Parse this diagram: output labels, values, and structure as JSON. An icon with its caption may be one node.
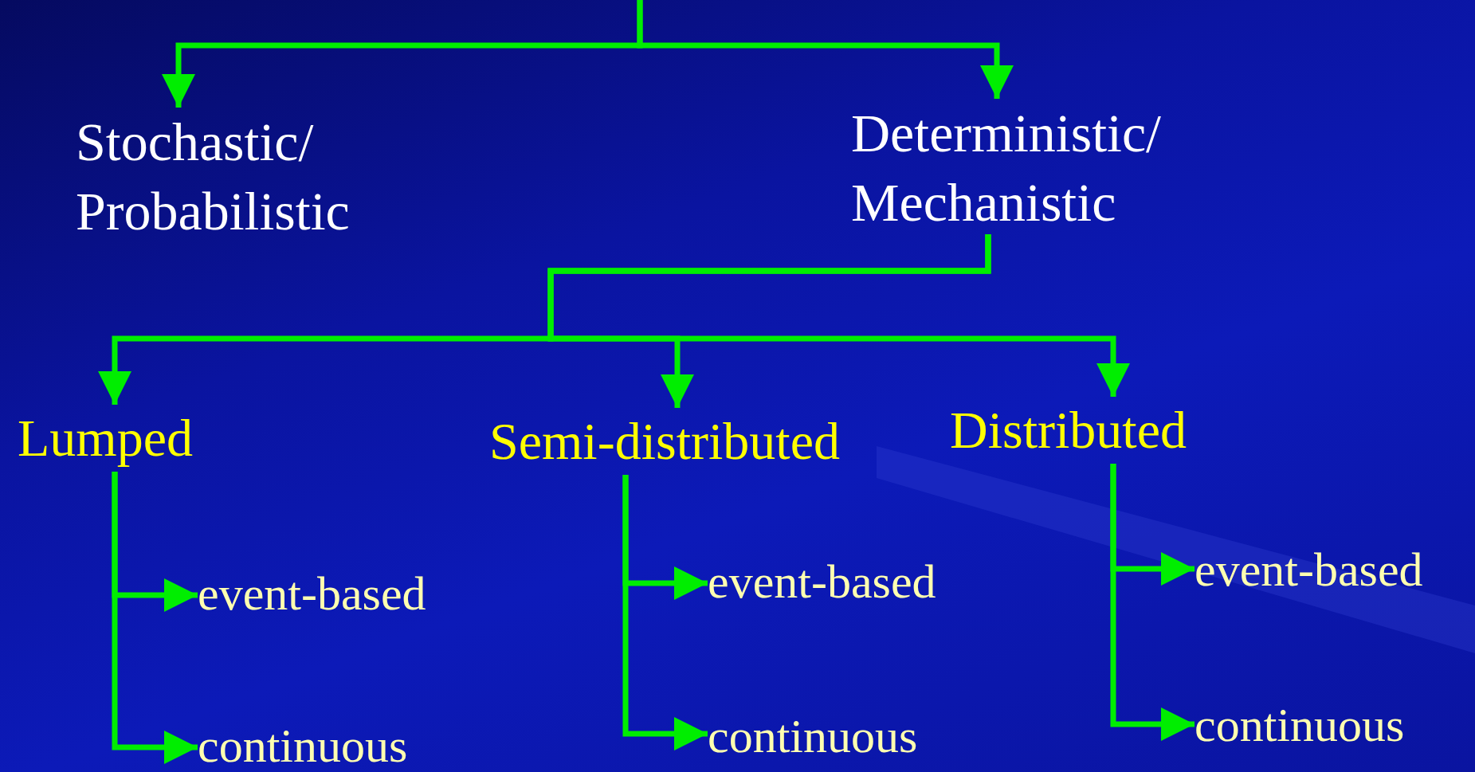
{
  "diagram": {
    "nodes": [
      {
        "text": [
          "Stochastic/ Probabilistic"
        ]
      },
      {
        "text": [
          "Deterministic/ Mechanistic"
        ]
      },
      {
        "text": [
          "Lumped"
        ]
      },
      {
        "text": [
          "Semi-distributed"
        ]
      },
      {
        "text": [
          "Distributed"
        ]
      },
      {
        "text": [
          "event-based"
        ]
      },
      {
        "text": [
          "continuous"
        ]
      },
      {
        "text": [
          "event-based"
        ]
      },
      {
        "text": [
          "continuous"
        ]
      },
      {
        "text": [
          "event-based"
        ]
      },
      {
        "text": [
          "continuous"
        ]
      }
    ],
    "edges": [
      {
        "from": null,
        "to": 0,
        "arrow": "to"
      },
      {
        "from": null,
        "to": 1,
        "arrow": "to"
      },
      {
        "from": 1,
        "to": 2,
        "arrow": "to"
      },
      {
        "from": 1,
        "to": 3,
        "arrow": "to"
      },
      {
        "from": 1,
        "to": 4,
        "arrow": "to"
      },
      {
        "from": 2,
        "to": 5,
        "arrow": "to"
      },
      {
        "from": 2,
        "to": 6,
        "arrow": "to"
      },
      {
        "from": 3,
        "to": 7,
        "arrow": "to"
      },
      {
        "from": 3,
        "to": 8,
        "arrow": "to"
      },
      {
        "from": 4,
        "to": 9,
        "arrow": "to"
      },
      {
        "from": 4,
        "to": 10,
        "arrow": "to"
      }
    ]
  }
}
